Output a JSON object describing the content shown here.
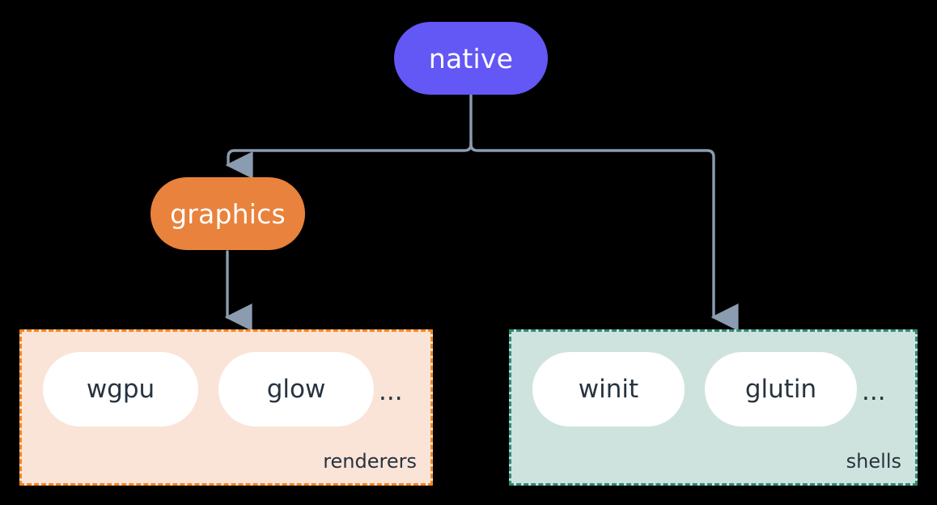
{
  "diagram": {
    "type": "flow-tree",
    "background_color": "#000000",
    "connector_color": "#8b9cb0",
    "root": {
      "id": "native",
      "label": "native",
      "shape": "pill",
      "fill_color": "#6357f5",
      "text_color": "#ffffff"
    },
    "branch": {
      "id": "graphics",
      "label": "graphics",
      "shape": "pill",
      "fill_color": "#e8823c",
      "text_color": "#ffffff"
    },
    "groups": [
      {
        "id": "renderers",
        "caption": "renderers",
        "fill_color": "#fae4d7",
        "border_color": "#f7861d",
        "border_style": "dashed",
        "items": [
          {
            "label": "wgpu"
          },
          {
            "label": "glow"
          }
        ],
        "overflow_label": "...",
        "item_fill_color": "#ffffff",
        "item_text_color": "#27333f"
      },
      {
        "id": "shells",
        "caption": "shells",
        "fill_color": "#cfe3de",
        "border_color": "#2e8b78",
        "border_style": "dashed",
        "items": [
          {
            "label": "winit"
          },
          {
            "label": "glutin"
          }
        ],
        "overflow_label": "...",
        "item_fill_color": "#ffffff",
        "item_text_color": "#27333f"
      }
    ],
    "edges": [
      {
        "from": "native",
        "to": "graphics",
        "arrow": true
      },
      {
        "from": "native",
        "to": "shells",
        "arrow": true
      },
      {
        "from": "graphics",
        "to": "renderers",
        "arrow": true
      }
    ]
  }
}
